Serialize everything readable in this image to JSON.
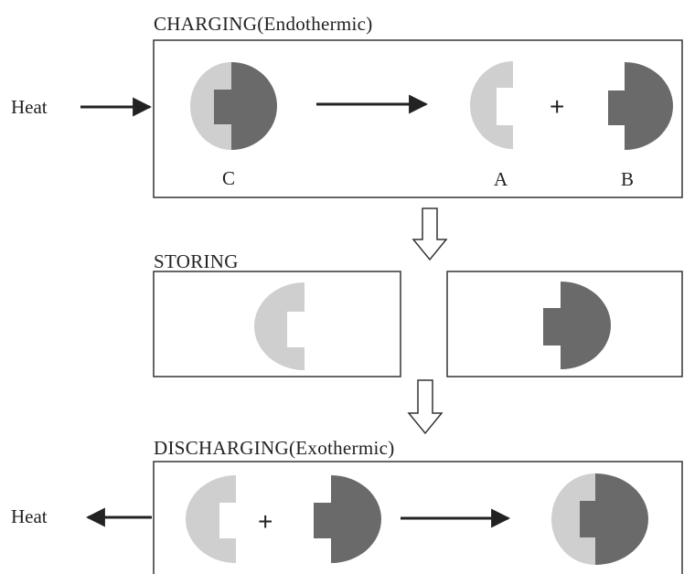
{
  "sections": {
    "charging": {
      "title": "CHARGING(Endothermic)"
    },
    "storing": {
      "title": "STORING"
    },
    "discharging": {
      "title": "DISCHARGING(Exothermic)"
    }
  },
  "heat_in_label": "Heat",
  "heat_out_label": "Heat",
  "plus_symbol": "+",
  "molecules": {
    "compound": "C",
    "part_a": "A",
    "part_b": "B"
  },
  "colors": {
    "part_a": "#cfcfcf",
    "part_b": "#6a6a6a",
    "stroke": "#333333"
  }
}
